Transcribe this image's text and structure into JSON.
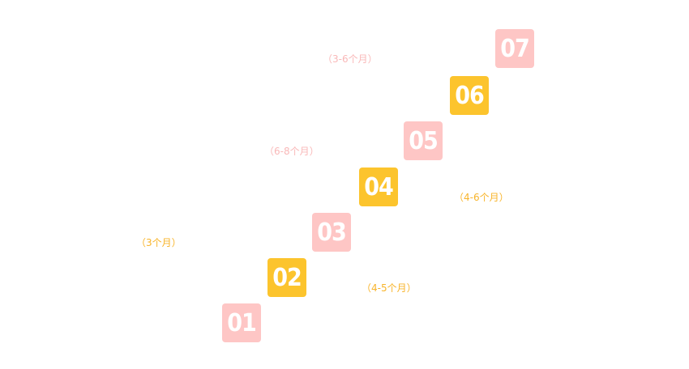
{
  "steps": [
    {
      "num": "01",
      "color": "pink"
    },
    {
      "num": "02",
      "color": "yellow"
    },
    {
      "num": "03",
      "color": "pink"
    },
    {
      "num": "04",
      "color": "yellow"
    },
    {
      "num": "05",
      "color": "pink"
    },
    {
      "num": "06",
      "color": "yellow"
    },
    {
      "num": "07",
      "color": "pink"
    }
  ],
  "labels": [
    {
      "text": "（3个月）",
      "color": "yellow"
    },
    {
      "text": "（4-5个月）",
      "color": "yellow"
    },
    {
      "text": "（6-8个月）",
      "color": "pink"
    },
    {
      "text": "（4-6个月）",
      "color": "yellow"
    },
    {
      "text": "（3-6个月）",
      "color": "pink"
    }
  ],
  "colors": {
    "pink": "#fec6c5",
    "yellow": "#fcc42d",
    "pink_text": "#f9b8b8",
    "yellow_text": "#f8b42a"
  }
}
